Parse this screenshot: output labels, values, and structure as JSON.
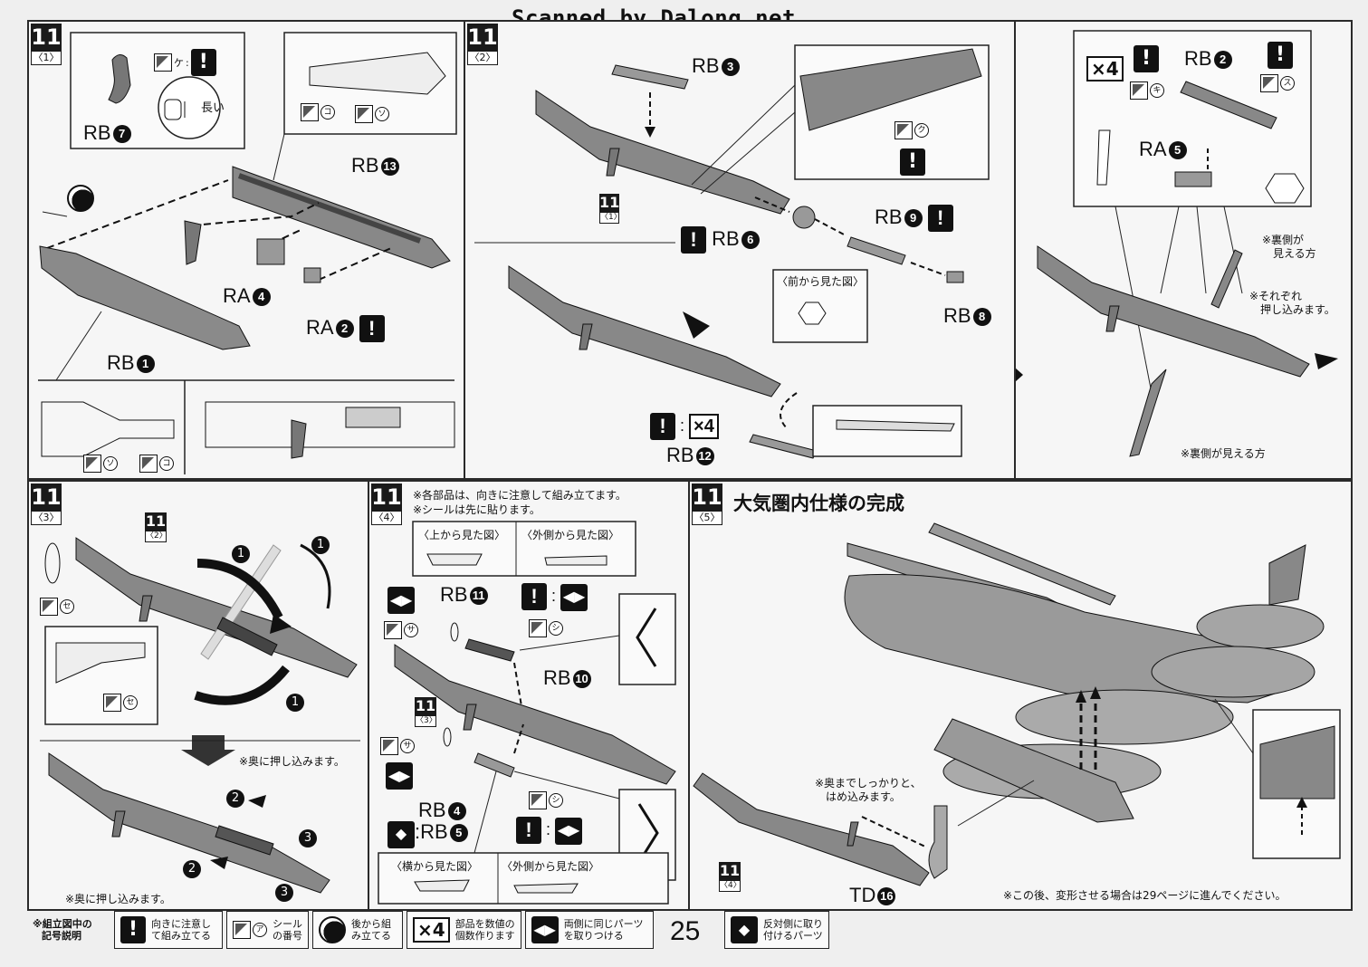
{
  "watermark": "Scanned by Dalong.net",
  "page_number": "25",
  "panels": {
    "p1": {
      "step": "11",
      "sub": "1",
      "labels": {
        "rb7": "RB",
        "rb7n": "7",
        "rb13": "RB",
        "rb13n": "13",
        "ra4": "RA",
        "ra4n": "4",
        "ra2": "RA",
        "ra2n": "2",
        "rb1": "RB",
        "rb1n": "1"
      },
      "sticker_ke": "ケ",
      "sticker_ko": "コ",
      "sticker_so": "ソ",
      "nagai": "長い",
      "colon": ":"
    },
    "p2": {
      "step": "11",
      "sub": "2",
      "labels": {
        "rb3": "RB",
        "rb3n": "3",
        "rb6": "RB",
        "rb6n": "6",
        "rb9": "RB",
        "rb9n": "9",
        "rb8": "RB",
        "rb8n": "8",
        "rb12": "RB",
        "rb12n": "12"
      },
      "sticker_ku": "ク",
      "front_view": "〈前から見た図〉",
      "ref_step": "11",
      "ref_sub": "1",
      "x4": "×4",
      "colon": ":"
    },
    "p2b": {
      "x4": "×4",
      "labels": {
        "rb2": "RB",
        "rb2n": "2",
        "ra5": "RA",
        "ra5n": "5"
      },
      "sticker_ki": "キ",
      "sticker_su": "ス",
      "note_back1": "※裏側が",
      "note_back2": "見える方",
      "note_push1": "※それぞれ",
      "note_push2": "押し込みます。",
      "note_back_bottom": "※裏側が見える方"
    },
    "p3": {
      "step": "11",
      "sub": "3",
      "ref_step": "11",
      "ref_sub": "2",
      "sticker_se": "セ",
      "note_push": "※奥に押し込みます。",
      "note_push2": "※奥に押し込みます。",
      "n1": "1",
      "n2": "2",
      "n3": "3"
    },
    "p4": {
      "step": "11",
      "sub": "4",
      "note1": "※各部品は、向きに注意して組み立てます。",
      "note2": "※シールは先に貼ります。",
      "view_top": "〈上から見た図〉",
      "view_side": "〈外側から見た図〉",
      "view_side2": "〈横から見た図〉",
      "view_side3": "〈外側から見た図〉",
      "labels": {
        "rb11": "RB",
        "rb11n": "11",
        "rb10": "RB",
        "rb10n": "10",
        "rb4": "RB",
        "rb4n": "4",
        "rb5": "RB",
        "rb5n": "5"
      },
      "sticker_sa": "サ",
      "sticker_shi": "シ",
      "ref_step": "11",
      "ref_sub": "3",
      "colon": ":"
    },
    "p5": {
      "step": "11",
      "sub": "5",
      "title": "大気圏内仕様の完成",
      "note_fit1": "※奥までしっかりと、",
      "note_fit2": "はめ込みます。",
      "td": "TD",
      "tdn": "16",
      "ref_step": "11",
      "ref_sub": "4",
      "note_bottom": "※この後、変形させる場合は29ページに進んでください。"
    }
  },
  "legend": {
    "head1": "※組立図中の",
    "head2": "記号説明",
    "i1": "向きに注意して組み立てる",
    "i2a": "シール",
    "i2b": "の番号",
    "i2_ck": "ア",
    "i3": "後から組み立てる",
    "i4": "部品を数値の個数作ります",
    "i4_icon": "×4",
    "i5": "両側に同じパーツを取りつける",
    "i6": "反対側に取り付けるパーツ"
  }
}
